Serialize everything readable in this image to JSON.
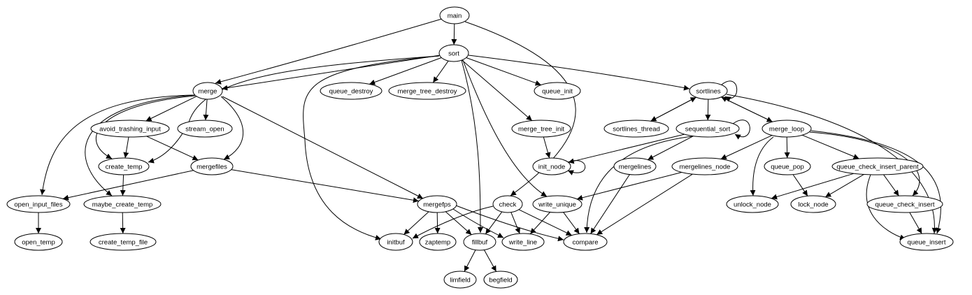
{
  "graph": {
    "nodes": [
      {
        "id": "main",
        "label": "main"
      },
      {
        "id": "sort",
        "label": "sort"
      },
      {
        "id": "merge",
        "label": "merge"
      },
      {
        "id": "queue_destroy",
        "label": "queue_destroy"
      },
      {
        "id": "merge_tree_destroy",
        "label": "merge_tree_destroy"
      },
      {
        "id": "queue_init",
        "label": "queue_init"
      },
      {
        "id": "sortlines",
        "label": "sortlines"
      },
      {
        "id": "avoid_trashing_input",
        "label": "avoid_trashing_input"
      },
      {
        "id": "stream_open",
        "label": "stream_open"
      },
      {
        "id": "merge_tree_init",
        "label": "merge_tree_init"
      },
      {
        "id": "sortlines_thread",
        "label": "sortlines_thread"
      },
      {
        "id": "sequential_sort",
        "label": "sequential_sort"
      },
      {
        "id": "merge_loop",
        "label": "merge_loop"
      },
      {
        "id": "create_temp",
        "label": "create_temp"
      },
      {
        "id": "mergefiles",
        "label": "mergefiles"
      },
      {
        "id": "init_node",
        "label": "init_node"
      },
      {
        "id": "mergelines",
        "label": "mergelines"
      },
      {
        "id": "mergelines_node",
        "label": "mergelines_node"
      },
      {
        "id": "queue_pop",
        "label": "queue_pop"
      },
      {
        "id": "queue_check_insert_parent",
        "label": "queue_check_insert_parent"
      },
      {
        "id": "open_input_files",
        "label": "open_input_files"
      },
      {
        "id": "maybe_create_temp",
        "label": "maybe_create_temp"
      },
      {
        "id": "mergefps",
        "label": "mergefps"
      },
      {
        "id": "check",
        "label": "check"
      },
      {
        "id": "write_unique",
        "label": "write_unique"
      },
      {
        "id": "unlock_node",
        "label": "unlock_node"
      },
      {
        "id": "lock_node",
        "label": "lock_node"
      },
      {
        "id": "queue_check_insert",
        "label": "queue_check_insert"
      },
      {
        "id": "open_temp",
        "label": "open_temp"
      },
      {
        "id": "create_temp_file",
        "label": "create_temp_file"
      },
      {
        "id": "initbuf",
        "label": "initbuf"
      },
      {
        "id": "zaptemp",
        "label": "zaptemp"
      },
      {
        "id": "fillbuf",
        "label": "fillbuf"
      },
      {
        "id": "write_line",
        "label": "write_line"
      },
      {
        "id": "compare",
        "label": "compare"
      },
      {
        "id": "queue_insert",
        "label": "queue_insert"
      },
      {
        "id": "limfield",
        "label": "limfield"
      },
      {
        "id": "begfield",
        "label": "begfield"
      }
    ],
    "edges": [
      {
        "from": "main",
        "to": "sort"
      },
      {
        "from": "main",
        "to": "merge"
      },
      {
        "from": "main",
        "to": "check"
      },
      {
        "from": "sort",
        "to": "merge"
      },
      {
        "from": "sort",
        "to": "queue_destroy"
      },
      {
        "from": "sort",
        "to": "merge_tree_destroy"
      },
      {
        "from": "sort",
        "to": "queue_init"
      },
      {
        "from": "sort",
        "to": "sortlines"
      },
      {
        "from": "sort",
        "to": "merge_tree_init"
      },
      {
        "from": "sort",
        "to": "create_temp"
      },
      {
        "from": "sort",
        "to": "initbuf"
      },
      {
        "from": "sort",
        "to": "fillbuf"
      },
      {
        "from": "sort",
        "to": "write_unique"
      },
      {
        "from": "merge",
        "to": "avoid_trashing_input"
      },
      {
        "from": "merge",
        "to": "stream_open"
      },
      {
        "from": "merge",
        "to": "create_temp"
      },
      {
        "from": "merge",
        "to": "mergefiles"
      },
      {
        "from": "merge",
        "to": "open_input_files"
      },
      {
        "from": "merge",
        "to": "maybe_create_temp"
      },
      {
        "from": "merge",
        "to": "mergefps"
      },
      {
        "from": "avoid_trashing_input",
        "to": "create_temp"
      },
      {
        "from": "avoid_trashing_input",
        "to": "mergefiles"
      },
      {
        "from": "create_temp",
        "to": "maybe_create_temp"
      },
      {
        "from": "mergefiles",
        "to": "open_input_files"
      },
      {
        "from": "mergefiles",
        "to": "mergefps"
      },
      {
        "from": "open_input_files",
        "to": "open_temp"
      },
      {
        "from": "maybe_create_temp",
        "to": "create_temp_file"
      },
      {
        "from": "mergefps",
        "to": "initbuf"
      },
      {
        "from": "mergefps",
        "to": "zaptemp"
      },
      {
        "from": "mergefps",
        "to": "fillbuf"
      },
      {
        "from": "mergefps",
        "to": "write_line"
      },
      {
        "from": "mergefps",
        "to": "compare"
      },
      {
        "from": "check",
        "to": "initbuf"
      },
      {
        "from": "check",
        "to": "fillbuf"
      },
      {
        "from": "check",
        "to": "write_line"
      },
      {
        "from": "check",
        "to": "compare"
      },
      {
        "from": "write_unique",
        "to": "write_line"
      },
      {
        "from": "write_unique",
        "to": "compare"
      },
      {
        "from": "fillbuf",
        "to": "limfield"
      },
      {
        "from": "fillbuf",
        "to": "begfield"
      },
      {
        "from": "merge_tree_init",
        "to": "init_node"
      },
      {
        "from": "init_node",
        "to": "init_node"
      },
      {
        "from": "sortlines",
        "to": "sortlines"
      },
      {
        "from": "sortlines",
        "to": "sortlines_thread"
      },
      {
        "from": "sortlines_thread",
        "to": "sortlines"
      },
      {
        "from": "sortlines",
        "to": "sequential_sort"
      },
      {
        "from": "sortlines",
        "to": "merge_loop"
      },
      {
        "from": "merge_loop",
        "to": "sortlines"
      },
      {
        "from": "sortlines",
        "to": "queue_insert"
      },
      {
        "from": "sequential_sort",
        "to": "sequential_sort"
      },
      {
        "from": "sequential_sort",
        "to": "init_node"
      },
      {
        "from": "sequential_sort",
        "to": "mergelines"
      },
      {
        "from": "sequential_sort",
        "to": "compare"
      },
      {
        "from": "mergelines",
        "to": "compare"
      },
      {
        "from": "mergelines_node",
        "to": "write_unique"
      },
      {
        "from": "mergelines_node",
        "to": "compare"
      },
      {
        "from": "merge_loop",
        "to": "mergelines_node"
      },
      {
        "from": "merge_loop",
        "to": "queue_pop"
      },
      {
        "from": "merge_loop",
        "to": "queue_check_insert_parent"
      },
      {
        "from": "merge_loop",
        "to": "unlock_node"
      },
      {
        "from": "merge_loop",
        "to": "queue_check_insert"
      },
      {
        "from": "merge_loop",
        "to": "queue_insert"
      },
      {
        "from": "queue_pop",
        "to": "lock_node"
      },
      {
        "from": "queue_check_insert_parent",
        "to": "unlock_node"
      },
      {
        "from": "queue_check_insert_parent",
        "to": "lock_node"
      },
      {
        "from": "queue_check_insert_parent",
        "to": "queue_check_insert"
      },
      {
        "from": "queue_check_insert_parent",
        "to": "queue_insert"
      },
      {
        "from": "queue_check_insert",
        "to": "queue_insert"
      }
    ]
  }
}
